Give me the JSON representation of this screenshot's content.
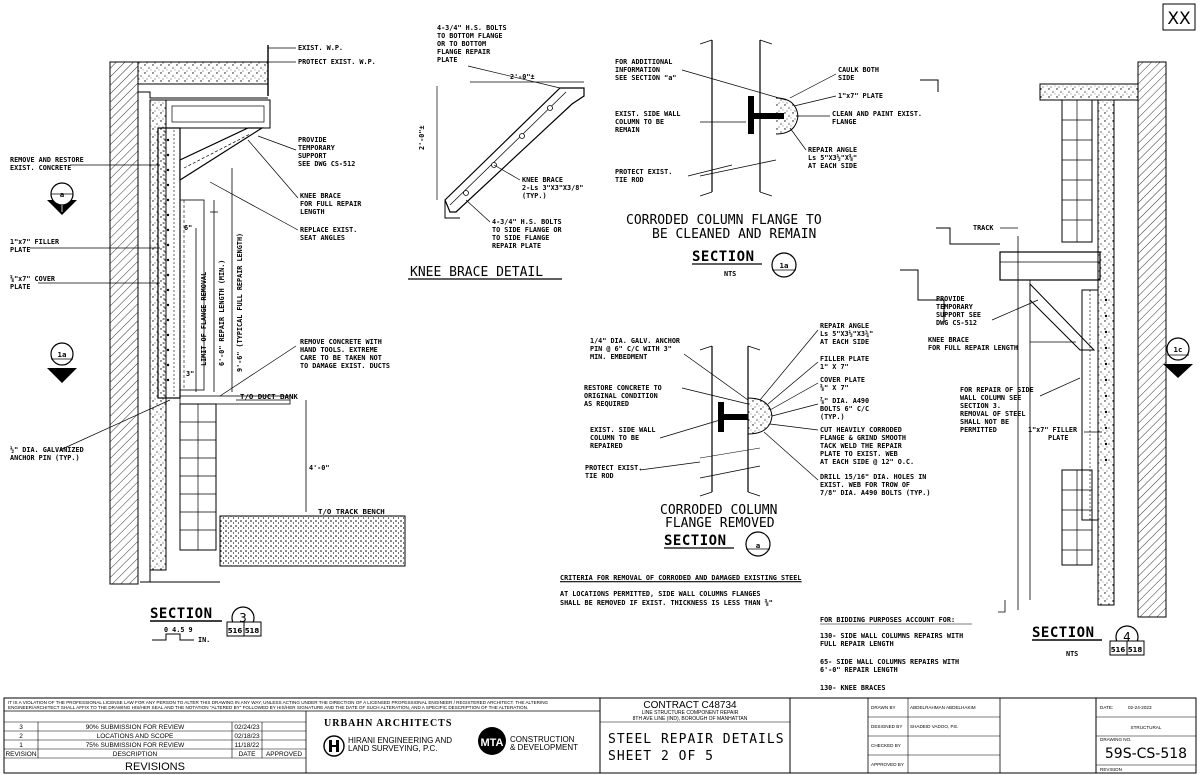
{
  "sheet_corner": "XX",
  "section3": {
    "labels": [
      "EXIST. W.P.",
      "PROTECT EXIST. W.P."
    ],
    "provide_support": [
      "PROVIDE",
      "TEMPORARY",
      "SUPPORT",
      "SEE DWG CS-512"
    ],
    "remove_restore": [
      "REMOVE AND RESTORE",
      "EXIST. CONCRETE"
    ],
    "knee_brace": [
      "KNEE BRACE",
      "FOR FULL REPAIR",
      "LENGTH"
    ],
    "replace_seat": [
      "REPLACE EXIST.",
      "SEAT ANGLES"
    ],
    "filler": [
      "1\"x7\" FILLER",
      "PLATE"
    ],
    "cover": [
      "⅜\"x7\" COVER",
      "PLATE"
    ],
    "remove_concrete": [
      "REMOVE CONCRETE WITH",
      "HAND TOOLS. EXTREME",
      "CARE TO BE TAKEN NOT",
      "TO DAMAGE EXIST. DUCTS"
    ],
    "anchor": [
      "½\" DIA. GALVANIZED",
      "ANCHOR PIN (TYP.)"
    ],
    "duct_bank": "T/O DUCT BANK",
    "track_bench": "T/O TRACK BENCH",
    "dim_6": "6\"",
    "dim_3": "3\"",
    "dim_4_0": "4'-0\"",
    "vert1": "LIMIT OF FLANGE REMOVAL",
    "vert2": "6'-0\" REPAIR LENGTH (MIN.)",
    "vert3": "9'-6\" (TYPICAL FULL REPAIR LENGTH)",
    "title": "SECTION",
    "num": "3",
    "ref": "516",
    "ref2": "518",
    "scale": "0   4.5  9",
    "scale_unit": "IN.",
    "cut_a": "a",
    "cut_1a": "1a"
  },
  "knee_detail": {
    "bolts_top": [
      "4-3/4\" H.S. BOLTS",
      "TO BOTTOM FLANGE",
      "OR TO BOTTOM",
      "FLANGE REPAIR",
      "PLATE"
    ],
    "dim_h": "2'-0\"±",
    "dim_v": "2'-0\"±",
    "brace": [
      "KNEE BRACE",
      "2-Ls 3\"X3\"X3/8\"",
      "(TYP.)"
    ],
    "bolts_bot": [
      "4-3/4\" H.S. BOLTS",
      "TO SIDE FLANGE OR",
      "TO SIDE FLANGE",
      "REPAIR PLATE"
    ],
    "title": "KNEE BRACE DETAIL"
  },
  "section1a": {
    "left": [
      "FOR ADDITIONAL",
      "INFORMATION",
      "SEE SECTION \"a\""
    ],
    "left2": [
      "EXIST. SIDE WALL",
      "COLUMN TO BE",
      "REMAIN"
    ],
    "left3": [
      "PROTECT EXIST.",
      "TIE ROD"
    ],
    "right1": [
      "CAULK BOTH",
      "SIDE"
    ],
    "right2": "1\"x7\" PLATE",
    "right3": [
      "CLEAN AND PAINT EXIST.",
      "FLANGE"
    ],
    "right4": [
      "REPAIR ANGLE",
      "Ls 5\"X3½\"X⅜\"",
      "AT EACH SIDE"
    ],
    "heading1": "CORRODED COLUMN FLANGE TO",
    "heading2": "BE CLEANED AND REMAIN",
    "title": "SECTION",
    "nts": "NTS",
    "num": "1a"
  },
  "sectionA": {
    "left1": [
      "1/4\" DIA. GALV. ANCHOR",
      "PIN @ 6\" C/C WITH 3\"",
      "MIN. EMBEDMENT"
    ],
    "left2": [
      "RESTORE CONCRETE TO",
      "ORIGINAL CONDITION",
      "AS REQUIRED"
    ],
    "left3": [
      "EXIST. SIDE WALL",
      "COLUMN TO BE",
      "REPAIRED"
    ],
    "left4": [
      "PROTECT EXIST.",
      "TIE ROD"
    ],
    "right1": [
      "REPAIR ANGLE",
      "Ls 5\"X3½\"X3¾\"",
      "AT EACH SIDE"
    ],
    "right2": [
      "FILLER PLATE",
      "1\" X 7\""
    ],
    "right3": [
      "COVER PLATE",
      "⅜\" X 7\""
    ],
    "right4": [
      "⅞\" DIA. A490",
      "BOLTS 6\" C/C",
      "(TYP.)"
    ],
    "right5": [
      "CUT HEAVILY CORRODED",
      "FLANGE & GRIND SMOOTH",
      "TACK WELD THE REPAIR",
      "PLATE TO EXIST. WEB",
      "AT EACH SIDE @ 12\" O.C."
    ],
    "right6": [
      "DRILL 15/16\" DIA. HOLES IN",
      "EXIST. WEB FOR TROW OF",
      "7/8\" DIA. A490 BOLTS (TYP.)"
    ],
    "heading1": "CORRODED COLUMN",
    "heading2": "FLANGE REMOVED",
    "title": "SECTION",
    "num": "a"
  },
  "criteria": {
    "title": "CRITERIA FOR REMOVAL OF CORRODED AND DAMAGED EXISTING STEEL",
    "line1": "AT LOCATIONS PERMITTED, SIDE WALL COLUMNS FLANGES",
    "line2": "SHALL BE REMOVED IF EXIST. THICKNESS IS LESS THAN ⅜\""
  },
  "bidding": {
    "title": "FOR BIDDING PURPOSES ACCOUNT FOR:",
    "l1": [
      "130- SIDE WALL COLUMNS REPAIRS WITH",
      "FULL REPAIR LENGTH"
    ],
    "l2": [
      "65- SIDE WALL COLUMNS REPAIRS WITH",
      "6'-0\" REPAIR LENGTH"
    ],
    "l3": "130- KNEE BRACES"
  },
  "section4": {
    "track": "TRACK",
    "support": [
      "PROVIDE",
      "TEMPORARY",
      "SUPPORT SEE",
      "DWG CS-512"
    ],
    "knee": [
      "KNEE BRACE",
      "FOR FULL REPAIR LENGTH"
    ],
    "repair": [
      "FOR REPAIR OF SIDE",
      "WALL COLUMN SEE",
      "SECTION 3.",
      "REMOVAL OF STEEL",
      "SHALL NOT BE",
      "PERMITTED"
    ],
    "filler": [
      "1\"x7\" FILLER",
      "PLATE"
    ],
    "title": "SECTION",
    "nts": "NTS",
    "num": "4",
    "ref": "516",
    "ref2": "518",
    "cut": "1c"
  },
  "title_block": {
    "notice1": "IT IS A VIOLATION OF THE PROFESSIONAL LICENSE LAW FOR ANY PERSON TO ALTER THIS DRAWING IN ANY WAY, UNLESS ACTING UNDER THE DIRECTION OF A LICENSED PROFESSIONAL ENGINEER / REGISTERED ARCHITECT. THE ALTERING",
    "notice2": "ENGINEER/ARCHITECT SHALL AFFIX TO THE DRAWING HIS/HER SEAL AND THE NOTATION \"ALTERED BY\" FOLLOWED BY HIS/HER SIGNATURE AND THE DATE OF SUCH ALTERATION, AND A SPECIFIC DESCRIPTION OF THE ALTERATION.",
    "revisions": [
      {
        "no": "3",
        "desc": "90% SUBMISSION FOR REVIEW",
        "date": "02/24/23",
        "appr": ""
      },
      {
        "no": "2",
        "desc": "LOCATIONS AND SCOPE",
        "date": "02/18/23",
        "appr": ""
      },
      {
        "no": "1",
        "desc": "75% SUBMISSION FOR REVIEW",
        "date": "11/18/22",
        "appr": ""
      }
    ],
    "hdr_rev": "REVISION",
    "hdr_desc": "DESCRIPTION",
    "hdr_date": "DATE",
    "hdr_appr": "APPROVED",
    "revisions_title": "REVISIONS",
    "urbahn": "URBAHN ARCHITECTS",
    "hirani1": "HIRANI ENGINEERING AND",
    "hirani2": "LAND SURVEYING, P.C.",
    "mta": "MTA",
    "mta1": "CONSTRUCTION",
    "mta2": "& DEVELOPMENT",
    "contract": "CONTRACT C48734",
    "sub1": "LINE STRUCTURE COMPONENT REPAIR",
    "sub2": "8TH AVE LINE (IND), BOROUGH OF MANHATTAN",
    "sheet_title1": "STEEL REPAIR DETAILS",
    "sheet_title2": "SHEET 2 OF 5",
    "drawn_by": "DRAWN BY",
    "drawn_name": "ABDELRAHMAN ABDELHAKIM",
    "designed_by": "DESIGNED BY",
    "designed_name": "SHADEID VADOO, P.E.",
    "checked_by": "CHECKED BY",
    "approved_by": "APPROVED BY",
    "date_lbl": "DATE:",
    "date_val": "02-24-2023",
    "discipline": "STRUCTURAL",
    "drawing_no_lbl": "DRAWING NO.",
    "drawing_no": "59S-CS-518",
    "revision_lbl": "REVISION"
  }
}
